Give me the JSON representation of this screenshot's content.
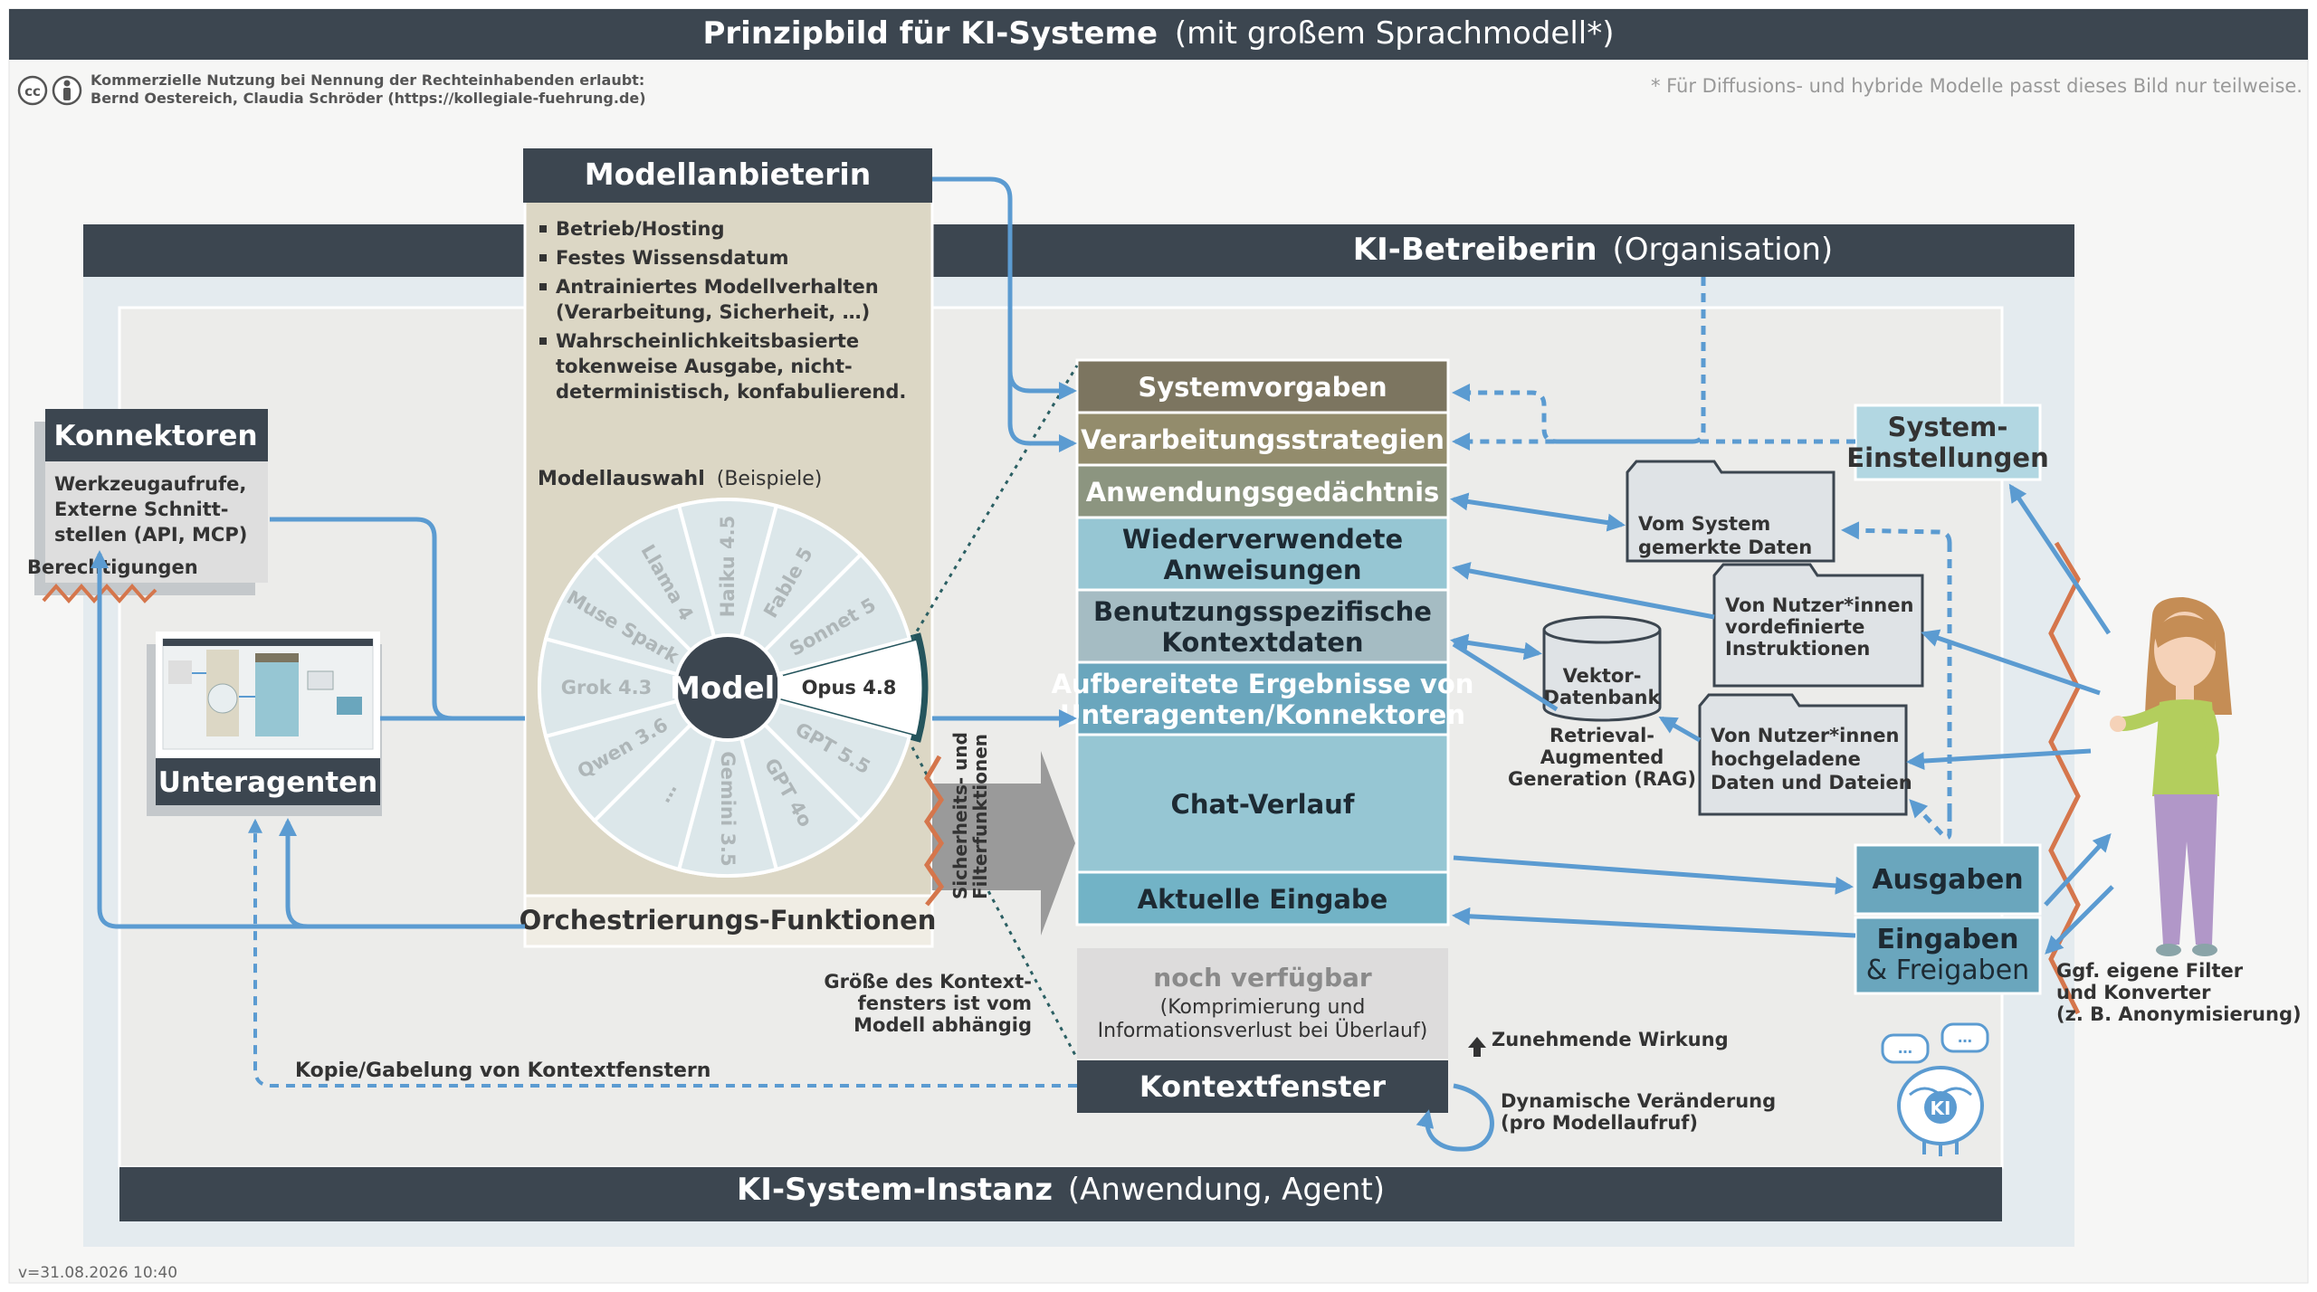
{
  "header": {
    "title_bold": "Prinzipbild für KI-Systeme",
    "title_normal": "(mit großem Sprachmodell*)",
    "license_line1": "Kommerzielle Nutzung bei Nennung der Rechteinhabenden erlaubt:",
    "license_line2": "Bernd Oestereich, Claudia Schröder (https://kollegiale-fuehrung.de)",
    "footnote": "* Für Diffusions- und hybride Modelle passt dieses Bild nur teilweise.",
    "license_icons": [
      "cc-icon",
      "by-person-icon"
    ]
  },
  "operator": {
    "title_bold": "KI-Betreiberin",
    "title_normal": "(Organisation)"
  },
  "instance": {
    "title_bold": "KI-System-Instanz",
    "title_normal": "(Anwendung, Agent)"
  },
  "provider": {
    "title": "Modellanbieterin",
    "bullets": [
      [
        "Betrieb/Hosting"
      ],
      [
        "Festes Wissensdatum"
      ],
      [
        "Antrainiertes Modellverhalten",
        "(Verarbeitung, Sicherheit, …)"
      ],
      [
        "Wahrscheinlichkeitsbasierte",
        "tokenweise Ausgabe, nicht-",
        "deterministisch, konfabulierend."
      ]
    ],
    "model_choice_bold": "Modellauswahl",
    "model_choice_normal": "(Beispiele)",
    "model_center": "Modell",
    "models": [
      "Opus 4.8",
      "GPT 5.5",
      "GPT 4o",
      "Gemini 3.5",
      "…",
      "Qwen 3.6",
      "Grok 4.3",
      "Muse Spark",
      "Llama 4",
      "Haiku 4.5",
      "Fable 5",
      "Sonnet 5"
    ],
    "selected_model": "Opus 4.8",
    "orchestration": "Orchestrierungs-Funktionen"
  },
  "connectors": {
    "title": "Konnektoren",
    "lines": [
      "Werkzeugaufrufe,",
      "Externe Schnitt-",
      "stellen (API, MCP)"
    ],
    "permissions": "Berechtigungen"
  },
  "subagents": {
    "title": "Unteragenten"
  },
  "security": {
    "line1": "Sicherheits- und",
    "line2": "Filterfunktionen"
  },
  "context": {
    "blocks": [
      {
        "id": "systemvorgaben",
        "lines": [
          "Systemvorgaben"
        ],
        "color": "#7c7560"
      },
      {
        "id": "verarbeitungsstrategien",
        "lines": [
          "Verarbeitungsstrategien"
        ],
        "color": "#938c6c"
      },
      {
        "id": "anwendungsgedaechtnis",
        "lines": [
          "Anwendungsgedächtnis"
        ],
        "color": "#8c9580"
      },
      {
        "id": "wiederverwendete",
        "lines": [
          "Wiederverwendete",
          "Anweisungen"
        ],
        "color": "#96c6d3"
      },
      {
        "id": "benutzungsspezifische",
        "lines": [
          "Benutzungsspezifische",
          "Kontextdaten"
        ],
        "color": "#a5bcc3"
      },
      {
        "id": "aufbereitete",
        "lines": [
          "Aufbereitete Ergebnisse von",
          "Unteragenten/Konnektoren"
        ],
        "color": "#6aa6bd"
      },
      {
        "id": "chatverlauf",
        "lines": [
          "Chat-Verlauf"
        ],
        "color": "#96c6d3"
      },
      {
        "id": "aktuelle",
        "lines": [
          "Aktuelle Eingabe"
        ],
        "color": "#72b3c6"
      }
    ],
    "free_title": "noch verfügbar",
    "free_lines": [
      "(Komprimierung und",
      "Informationsverlust bei Überlauf)"
    ],
    "window_label": "Kontextfenster",
    "size_note": [
      "Größe des Kontext-",
      "fensters ist vom",
      "Modell abhängig"
    ],
    "increasing": "Zunehmende Wirkung",
    "dynamic": [
      "Dynamische Veränderung",
      "(pro Modellaufruf)"
    ],
    "copy_note": "Kopie/Gabelung von Kontextfenstern"
  },
  "storage": {
    "system_memory": [
      "Vom System",
      "gemerkte Daten"
    ],
    "user_instructions": [
      "Von Nutzer*innen",
      "vordefinierte",
      "Instruktionen"
    ],
    "vector_db": [
      "Vektor-",
      "Datenbank"
    ],
    "rag": [
      "Retrieval-",
      "Augmented",
      "Generation (RAG)"
    ],
    "user_uploads": [
      "Von Nutzer*innen",
      "hochgeladene",
      "Daten und Dateien"
    ]
  },
  "settings": {
    "lines": [
      "System-",
      "Einstellungen"
    ]
  },
  "io": {
    "outputs": "Ausgaben",
    "inputs_bold": "Eingaben",
    "inputs_normal": "& Freigaben"
  },
  "filters": [
    "Ggf. eigene Filter",
    "und Konverter",
    "(z. B. Anonymisierung)"
  ],
  "version": "v=31.08.2026 10:40",
  "colors": {
    "dark": "#3c4650",
    "arrow": "#5b9bd1",
    "zigzag": "#d5764c",
    "operator_bg": "#e4ebef",
    "instance_bg": "#ececea",
    "provider_bg": "#dcd7c5"
  }
}
